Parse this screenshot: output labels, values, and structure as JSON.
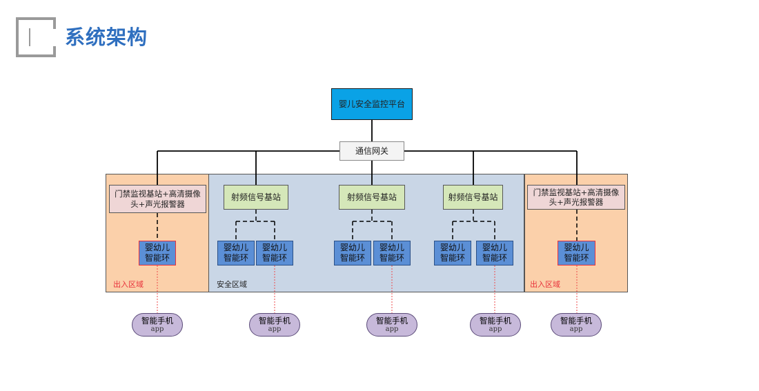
{
  "title": "系统架构",
  "logo_icon": "bracket-logo-icon",
  "colors": {
    "title": "#2f6fbf",
    "platform": "#0aa2e6",
    "entry_zone": "#fbd0aa",
    "safe_zone": "#c9d6e6",
    "rf_station": "#d5e7b9",
    "door_station": "#efd6d6",
    "band": "#5b8fd6",
    "phone": "#c7b9da",
    "highlight": "#e8303a"
  },
  "diagram": {
    "platform": "婴儿安全监控平台",
    "gateway": "通信网关",
    "left_zone": {
      "label": "出入区域",
      "station": "门禁监视基站+高清摄像头+声光报警器",
      "band": [
        "婴幼儿",
        "智能环"
      ]
    },
    "safe_zone": {
      "label": "安全区域",
      "stations": [
        {
          "label": "射频信号基站",
          "bands": [
            [
              "婴幼儿",
              "智能环"
            ],
            [
              "婴幼儿",
              "智能环"
            ]
          ]
        },
        {
          "label": "射频信号基站",
          "bands": [
            [
              "婴幼儿",
              "智能环"
            ],
            [
              "婴幼儿",
              "智能环"
            ]
          ]
        },
        {
          "label": "射频信号基站",
          "bands": [
            [
              "婴幼儿",
              "智能环"
            ],
            [
              "婴幼儿",
              "智能环"
            ]
          ]
        }
      ]
    },
    "right_zone": {
      "label": "出入区域",
      "station": "门禁监视基站+高清摄像头+声光报警器",
      "band": [
        "婴幼儿",
        "智能环"
      ]
    },
    "phones": [
      {
        "line1": "智能手机",
        "line2": "app"
      },
      {
        "line1": "智能手机",
        "line2": "app"
      },
      {
        "line1": "智能手机",
        "line2": "app"
      },
      {
        "line1": "智能手机",
        "line2": "app"
      },
      {
        "line1": "智能手机",
        "line2": "app"
      }
    ]
  }
}
